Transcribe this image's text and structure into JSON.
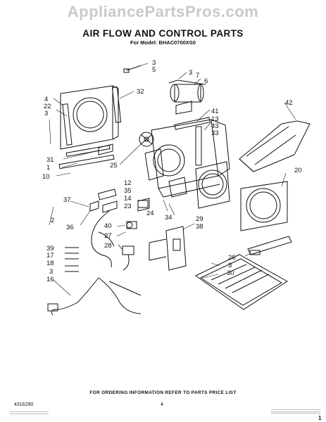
{
  "watermark": "AppliancePartsPros.com",
  "header": {
    "title": "AIR FLOW AND CONTROL PARTS",
    "subtitle": "For Model: BHAC0700XS0"
  },
  "callouts": [
    "3",
    "5",
    "3",
    "7",
    "6",
    "32",
    "4",
    "22",
    "3",
    "41",
    "13",
    "43",
    "33",
    "42",
    "31",
    "1",
    "10",
    "25",
    "20",
    "12",
    "35",
    "14",
    "23",
    "24",
    "37",
    "2",
    "36",
    "29",
    "38",
    "40",
    "27",
    "34",
    "39",
    "17",
    "28",
    "18",
    "3",
    "26",
    "3",
    "30",
    "16"
  ],
  "footer": {
    "order_note": "FOR ORDERING INFORMATION REFER TO PARTS PRICE LIST",
    "part_number": "4316290",
    "page_number": "4",
    "corner_mark": "1"
  }
}
